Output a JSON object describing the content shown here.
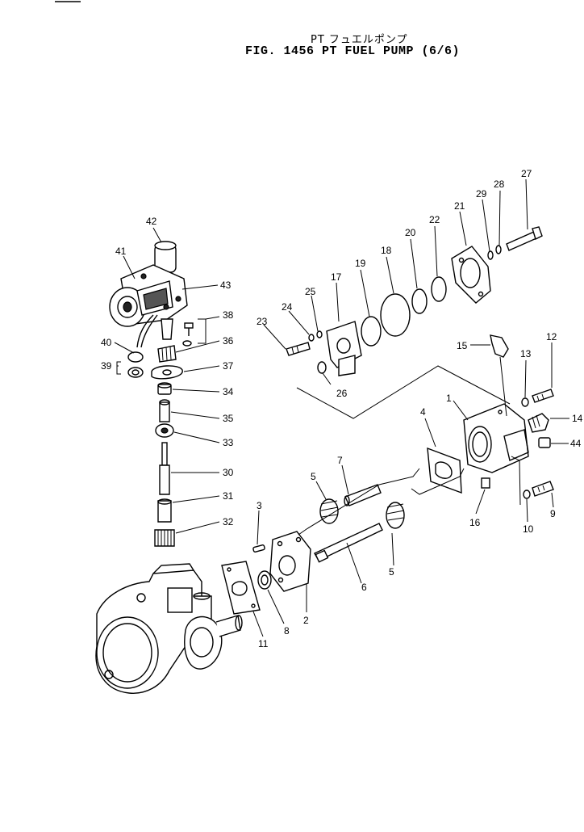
{
  "header": {
    "subtitle_jp": "PT フュエルポンプ",
    "title": "FIG. 1456  PT FUEL PUMP (6/6)"
  },
  "callouts": [
    "1",
    "2",
    "3",
    "4",
    "5",
    "5",
    "6",
    "7",
    "8",
    "9",
    "10",
    "11",
    "12",
    "13",
    "14",
    "15",
    "16",
    "17",
    "18",
    "19",
    "20",
    "21",
    "22",
    "23",
    "24",
    "25",
    "26",
    "27",
    "28",
    "29",
    "30",
    "31",
    "32",
    "33",
    "34",
    "35",
    "36",
    "37",
    "38",
    "39",
    "40",
    "41",
    "42",
    "43",
    "44"
  ]
}
